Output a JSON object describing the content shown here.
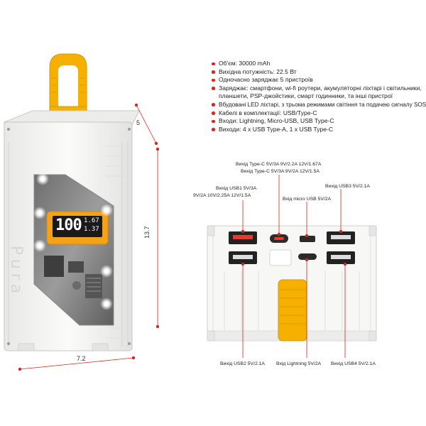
{
  "specs": [
    "Об'єм: 30000 mAh",
    "Вихідна потужність: 22.5 Вт",
    "Одночасно заряджає 5 пристроїв",
    "Заряджає: смартфони, wi-fi роутери, акумуляторні ліхтарі і світильники, планшети, PSP-джойстики, смарт годинники, та інші пристрої",
    "Вбудовані LED ліхтарі, з трьома режимами світіння та подачею сигналу SOS",
    "Кабелі в комплектації: USB/Type-C",
    "Входи: Lightning, Micro-USB, USB Type-C",
    "Виходи: 4 x USB Type-A, 1 x USB Type-C"
  ],
  "dimensions": {
    "depth": "5",
    "height": "13.7",
    "width": "7.2"
  },
  "display": {
    "value": "100",
    "line1": "1.67",
    "line2": "1.37"
  },
  "brand_letters": "Pura",
  "port_labels": {
    "typec_out_1": "Вихід Type-C 5V/3A 9V/2.2A  12V/1.67A",
    "typec_out_2": "Вихід Type-C 5V/3A 9V/2A  12V/1.5A",
    "usb1_1": "Вихід USB1 5V/3A",
    "usb1_2": "9V/2A  10V/2.25A  12V/1.5A",
    "micro_in": "Вхід micro USB 5V/2A",
    "usb3": "Вихід USB3 5V/2.1A",
    "usb2": "Вихід USB2 5V/2.1A",
    "lightning_in": "Вхід Lightning 5V/2A",
    "usb4": "Вихід USB4 5V/2.1A"
  },
  "colors": {
    "accent_red": "#d12a1c",
    "strap_yellow": "#f5b000",
    "body_white": "#f4f4f2"
  }
}
